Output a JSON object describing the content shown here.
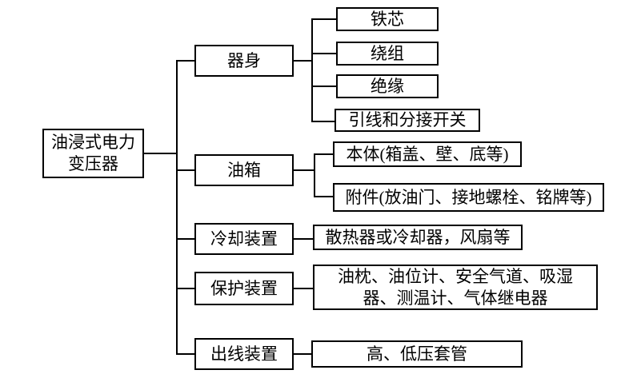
{
  "diagram": {
    "title_hint": "oil-immersed-power-transformer-structure-tree",
    "colors": {
      "background": "#ffffff",
      "line": "#000000",
      "text": "#000000"
    },
    "root": {
      "label": "油浸式电力\n变压器"
    },
    "branches": [
      {
        "label": "器身",
        "children": [
          {
            "label": "铁芯"
          },
          {
            "label": "绕组"
          },
          {
            "label": "绝缘"
          },
          {
            "label": "引线和分接开关"
          }
        ]
      },
      {
        "label": "油箱",
        "children": [
          {
            "label": "本体(箱盖、壁、底等)"
          },
          {
            "label": "附件(放油门、接地螺栓、铭牌等)"
          }
        ]
      },
      {
        "label": "冷却装置",
        "children": [
          {
            "label": "散热器或冷却器，风扇等"
          }
        ]
      },
      {
        "label": "保护装置",
        "children": [
          {
            "label": "油枕、油位计、安全气道、吸湿\n器、测温计、气体继电器"
          }
        ]
      },
      {
        "label": "出线装置",
        "children": [
          {
            "label": "高、低压套管"
          }
        ]
      }
    ]
  }
}
